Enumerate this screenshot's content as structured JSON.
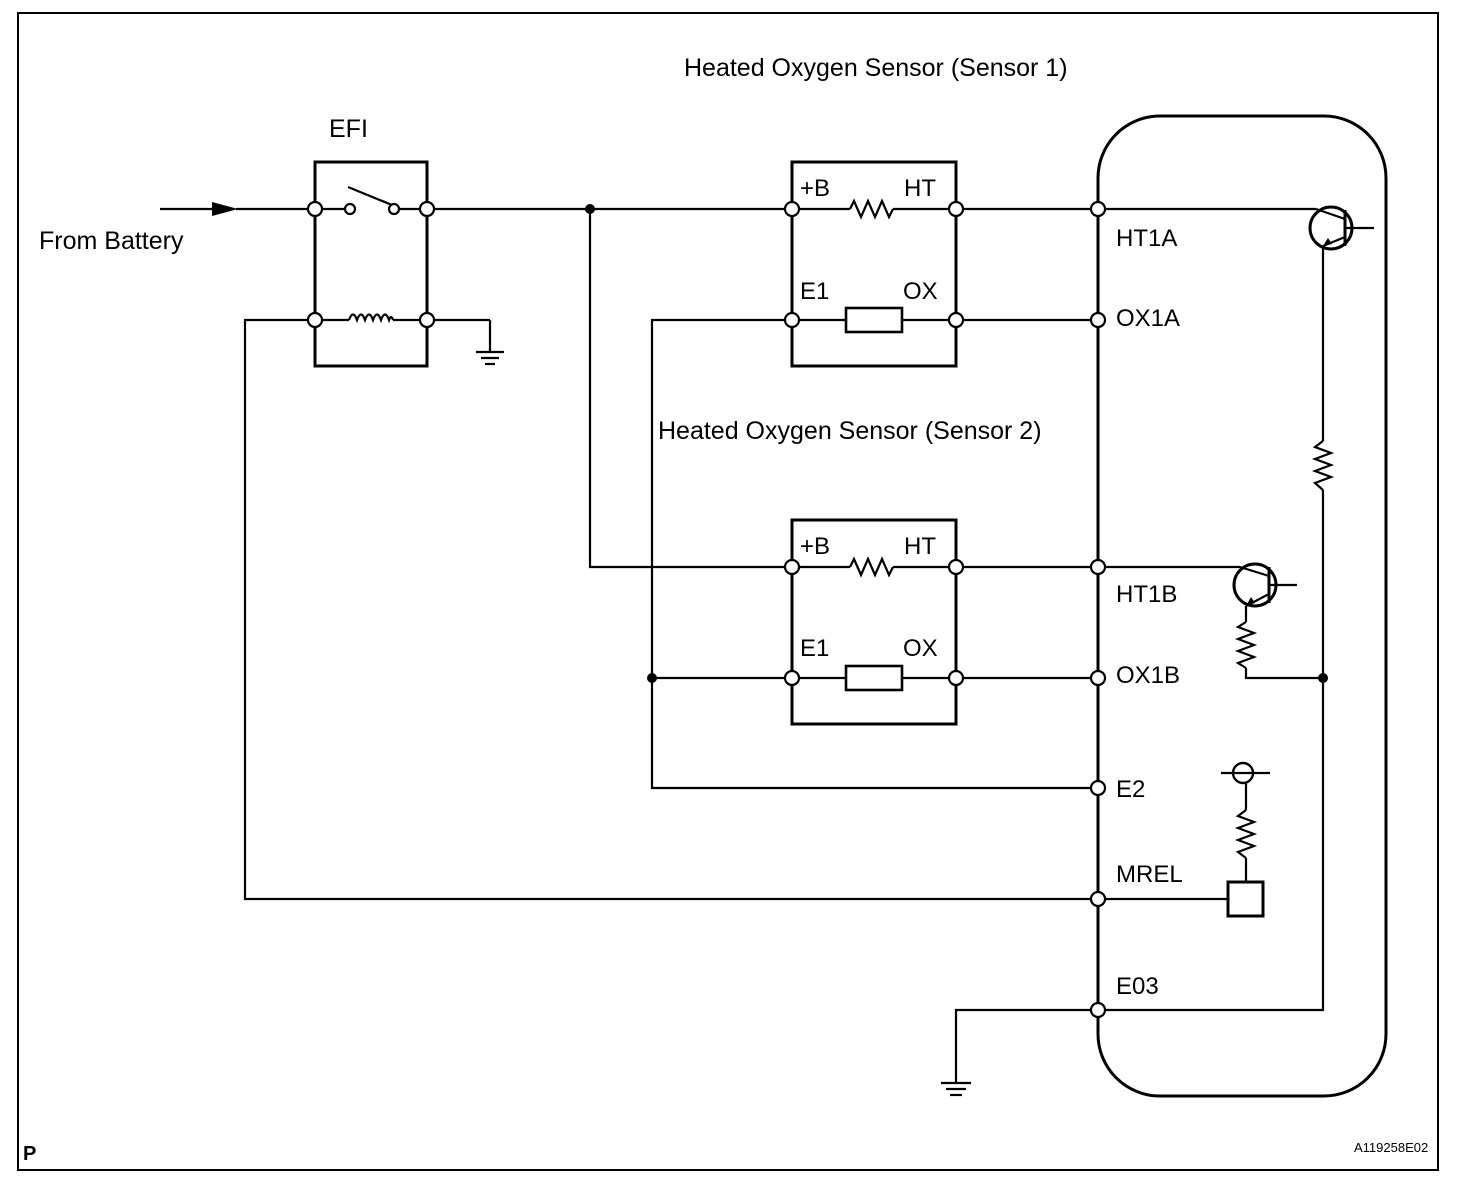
{
  "labels": {
    "sensor1_title": "Heated Oxygen Sensor (Sensor 1)",
    "sensor2_title": "Heated Oxygen Sensor (Sensor 2)",
    "efi": "EFI",
    "from_battery": "From Battery",
    "corner_code": "P",
    "figure_id": "A119258E02"
  },
  "sensor1": {
    "plus_b": "+B",
    "ht": "HT",
    "e1": "E1",
    "ox": "OX"
  },
  "sensor2": {
    "plus_b": "+B",
    "ht": "HT",
    "e1": "E1",
    "ox": "OX"
  },
  "ecm_pins": {
    "ht1a": "HT1A",
    "ox1a": "OX1A",
    "ht1b": "HT1B",
    "ox1b": "OX1B",
    "e2": "E2",
    "mrel": "MREL",
    "e03": "E03"
  },
  "icons": [
    "arrow-icon",
    "relay-switch-icon",
    "relay-coil-icon",
    "resistor-icon",
    "sensor-element-icon",
    "ground-icon",
    "transistor-icon"
  ]
}
